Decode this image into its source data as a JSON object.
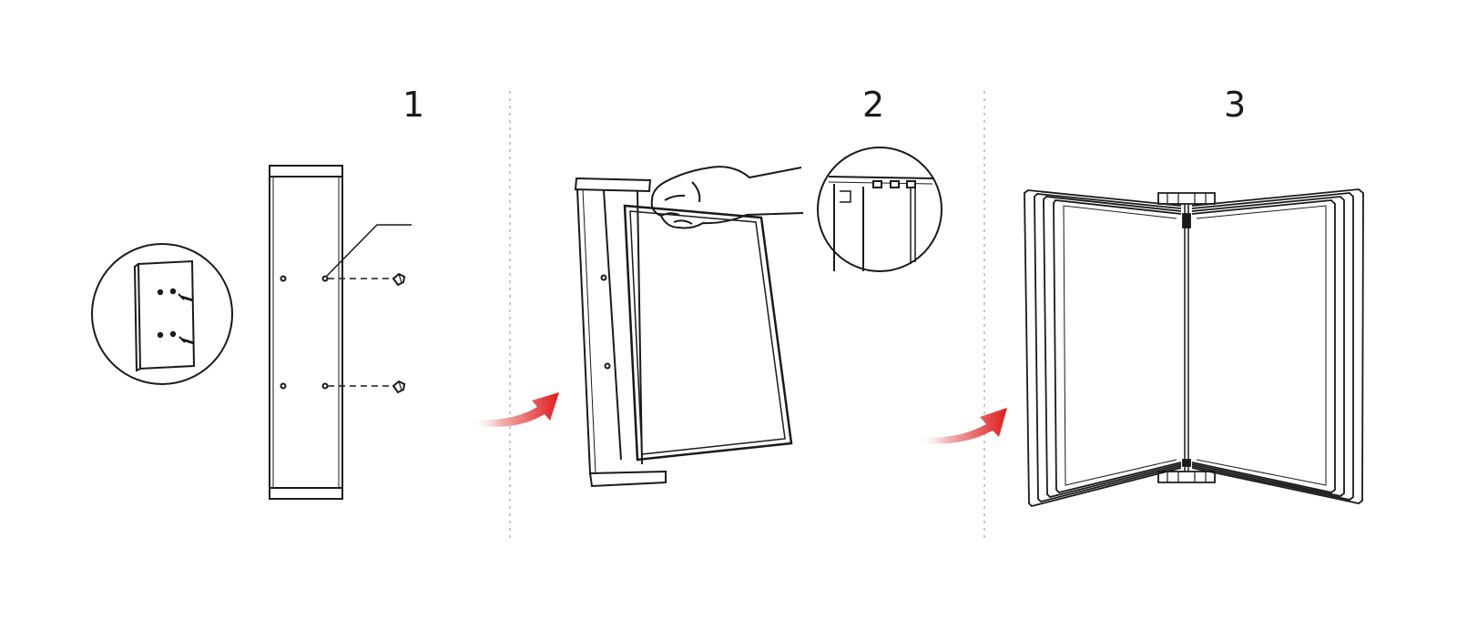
{
  "steps": [
    {
      "number": "1"
    },
    {
      "number": "2"
    },
    {
      "number": "3"
    }
  ],
  "colors": {
    "line": "#1a1a1a",
    "divider": "#b5b5b5",
    "arrow_tip": "#e01b1b",
    "arrow_tail": "#f3c9c9"
  },
  "icons": {
    "step1": "wall-bracket-with-screws-icon",
    "step2": "insert-panel-hand-icon",
    "step3": "opened-panels-icon",
    "transition": "red-curved-arrow-icon"
  }
}
